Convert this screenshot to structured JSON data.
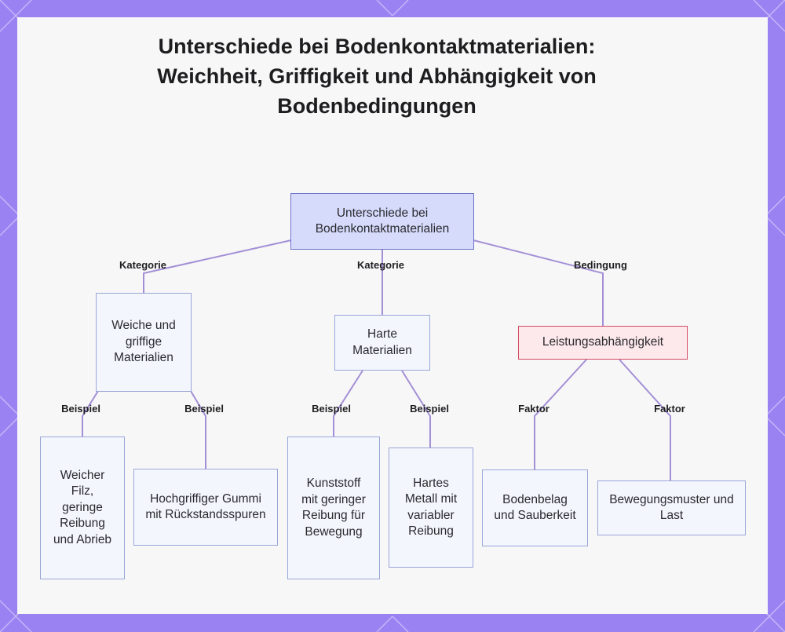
{
  "title": "Unterschiede bei Bodenkontaktmaterialien: Weichheit, Griffigkeit und Abhängigkeit von Bodenbedingungen",
  "nodes": {
    "root": "Unterschiede bei Bodenkontaktmaterialien",
    "soft": "Weiche und griffige Materialien",
    "hard": "Harte Materialien",
    "perf": "Leistungsabhängigkeit",
    "felt": "Weicher Filz, geringe Reibung und Abrieb",
    "rubber": "Hochgriffiger Gummi mit Rückstandsspuren",
    "plastic": "Kunststoff mit geringer Reibung für Bewegung",
    "metal": "Hartes Metall mit variabler Reibung",
    "floor": "Bodenbelag und Sauberkeit",
    "motion": "Bewegungsmuster und Last"
  },
  "edge_labels": {
    "root_soft": "Kategorie",
    "root_hard": "Kategorie",
    "root_perf": "Bedingung",
    "soft_felt": "Beispiel",
    "soft_rubber": "Beispiel",
    "hard_plastic": "Beispiel",
    "hard_metal": "Beispiel",
    "perf_floor": "Faktor",
    "perf_motion": "Faktor"
  },
  "colors": {
    "frame": "#9b82f2",
    "edge": "#a48fd6",
    "root_fill": "#d6dafb",
    "alert_border": "#d44b62"
  }
}
